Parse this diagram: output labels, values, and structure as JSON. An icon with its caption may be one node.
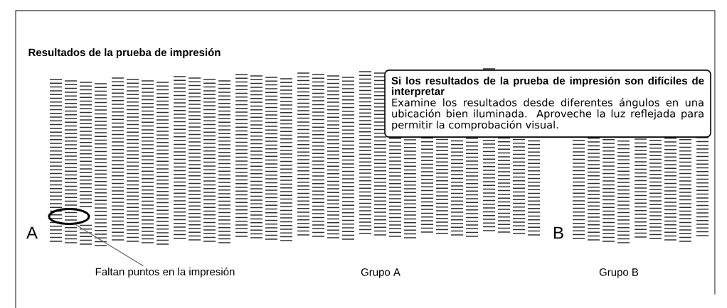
{
  "diagram": {
    "title": "Resultados de la prueba de impresión",
    "nodes": [
      {
        "text": [
          "Si los resultados de la prueba de impresión son difíciles de interpretar",
          "Examine los resultados desde diferentes ángulos en una ubicación bien iluminada. Aproveche la luz reflejada para permitir la comprobación visual."
        ]
      },
      {
        "text": [],
        "shape": "circle"
      },
      {
        "text": [
          "Faltan puntos en la impresión"
        ]
      }
    ],
    "edges": [
      {
        "from": 2,
        "to": 1,
        "arrow": "none"
      }
    ],
    "labels": [
      "A",
      "B",
      "Grupo A",
      "Grupo B"
    ]
  }
}
